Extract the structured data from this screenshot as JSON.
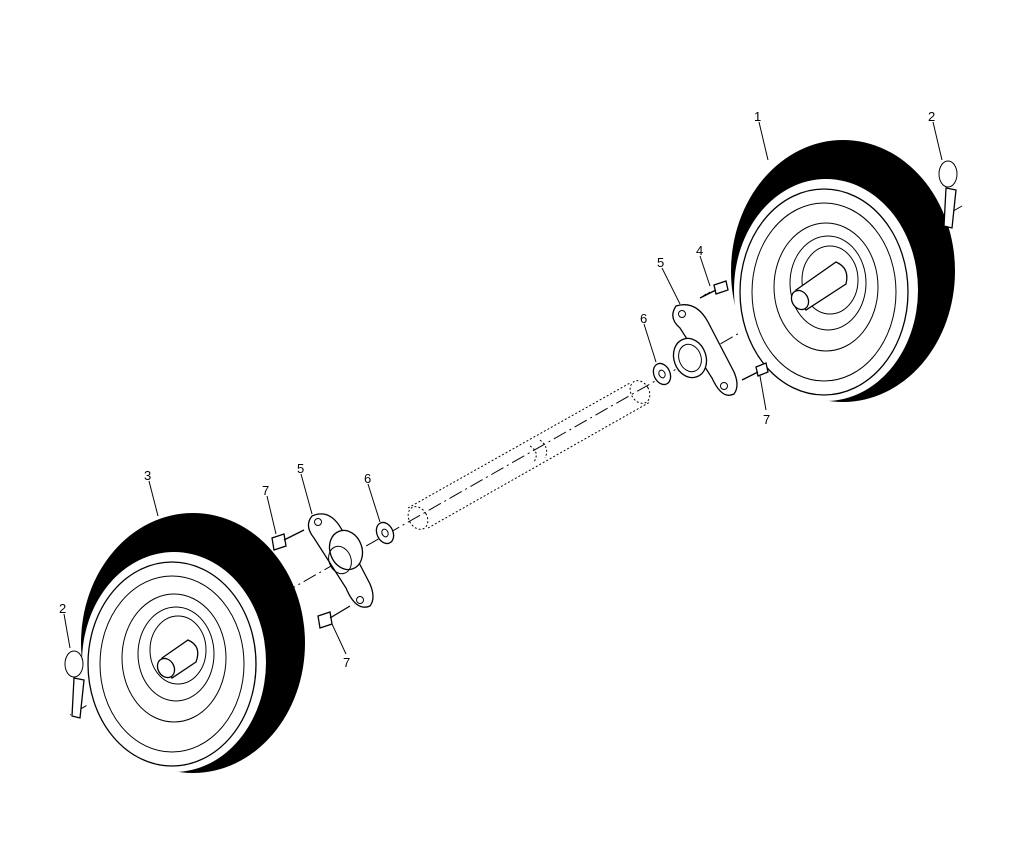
{
  "diagram": {
    "callouts": [
      {
        "id": "c1",
        "label": "1"
      },
      {
        "id": "c2a",
        "label": "2"
      },
      {
        "id": "c2b",
        "label": "2"
      },
      {
        "id": "c3",
        "label": "3"
      },
      {
        "id": "c4",
        "label": "4"
      },
      {
        "id": "c5a",
        "label": "5"
      },
      {
        "id": "c5b",
        "label": "5"
      },
      {
        "id": "c6a",
        "label": "6"
      },
      {
        "id": "c6b",
        "label": "6"
      },
      {
        "id": "c7a",
        "label": "7"
      },
      {
        "id": "c7b",
        "label": "7"
      },
      {
        "id": "c7c",
        "label": "7"
      }
    ]
  }
}
